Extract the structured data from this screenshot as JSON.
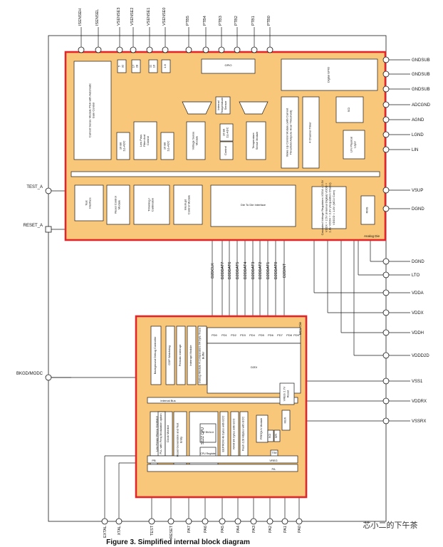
{
  "caption": "Figure 3. Simplified internal block diagram",
  "watermark": "芯小二的下午茶",
  "colors": {
    "block_fill": "#f9c77a",
    "highlight": "#e0262a",
    "line": "#1a1a1a"
  },
  "top_pins": [
    "ISENSEH",
    "ISENSEL",
    "VSENSE3",
    "VSENSE2",
    "VSENSE1",
    "VSENSE0",
    "PTB5",
    "PTB4",
    "PTB3",
    "PTB2",
    "PTB1",
    "PTB0"
  ],
  "right_pins": [
    "GNDSUB",
    "GNDSUB",
    "GNDSUB",
    "ADCGND",
    "AGND",
    "LGND",
    "LIN",
    "VSUP",
    "DGND",
    "DGND",
    "LTO",
    "VDDA",
    "VDDX",
    "VDDH",
    "VDDD2D",
    "VSS1",
    "VDDRX",
    "VSSRX"
  ],
  "left_pins": [
    "TEST_A",
    "RESET_A",
    "BKGD/MODC"
  ],
  "bottom_pins": [
    "EXTAL",
    "XTAL",
    "TEST",
    "RESET",
    "PA7",
    "PA6",
    "PA5",
    "PA4",
    "PA3",
    "PA2",
    "PA1",
    "PA0"
  ],
  "d2d_signals": [
    "D2DCLK",
    "D2DDAT7",
    "D2DDAT6",
    "D2DDAT5",
    "D2DDAT4",
    "D2DDAT3",
    "D2DDAT2",
    "D2DDAT1",
    "D2DDAT0",
    "D2DINT"
  ],
  "analog_die": {
    "label": "Analog Die",
    "blocks": {
      "current_sense": "Current Sense Module PGA with Automatic Gain Control",
      "lpf": "Low Pass Filter And Control",
      "adc1": "16 Bit ΣΔ-ADC",
      "adc2": "16 Bit ΣΔ-ADC",
      "adc3": "16 Bit ΣΔ-ADC",
      "voltage_sense": "Voltage Sense Module",
      "temp_sense": "Temperature Sense Module",
      "control": "Control",
      "int_temp": "Internal Temperature Sensor",
      "wakeup": "Wake Up Control Module (with Current Threshold Ampere-Hour Threshold)",
      "timer": "4 Channel Timer",
      "sci": "SCI",
      "lin_layer": "LIN Physical Layer",
      "gpio": "GPIO",
      "digital_gpio": "Digital GPIO",
      "test_if": "Test Interface",
      "reset_ctrl": "Reset Control Module",
      "trimming": "Trimming / Calibration",
      "interrupt": "Interrupt Control Module",
      "d2d_if": "Die To Die Interface",
      "regulators": "Cascaded Voltage Regulators VDDA = 2.5V VDDX = 2.5V (Internal Digital) VDDD = 1.8V VDDH = 3.3V (Acquisition Chains) VDD2D = 1.8V (MCU Core)",
      "rms": "RMS",
      "mux1": "MUX",
      "mux2": "MUX"
    },
    "small_blocks": [
      "5 32",
      "17 28",
      "11 16",
      "1 8"
    ]
  },
  "mcu_die": {
    "label": "MCU Die",
    "port_labels": [
      "PD0",
      "PD1",
      "PD2",
      "PD3",
      "PD4",
      "PD5",
      "PD6",
      "PD7",
      "PD8",
      "PD9"
    ],
    "blocks": {
      "bdm": "Background Debug Controller",
      "cop": "COP Watchdog",
      "periodic_int": "Periodic Interrupt",
      "int_module": "Interrupt Module",
      "debug": "Debug Module 4 comparators 64 byte Trace Buffer",
      "d2di": "D2DI",
      "internal_bus": "Internal Bus",
      "vreg": "VREG 2.7V Reset",
      "osc": "Low Power Pierce Oscillator",
      "pll": "PLL with Freq Modulation option",
      "clk": "Clock Monitor",
      "cpu": "S12Z CPU",
      "cpu_reg": "32 Bit ALU",
      "cpu_reg2": "CPU Register",
      "reset_gen": "Reset Generation and Test Entry",
      "eeprom": "EEPROM 4k bytes with ECC",
      "ram": "RAM 8K bytes with ECC",
      "flash": "Flash 128 kBytes with ECC",
      "freqln": "FREQLN Module",
      "sci": "SCI",
      "spi": "SPI",
      "mux": "MUX",
      "pb": "PB",
      "pll_filt": "PLL CR",
      "tim": "TIM",
      "vreg_bar": "VREG",
      "pa_bar": "PA"
    }
  }
}
